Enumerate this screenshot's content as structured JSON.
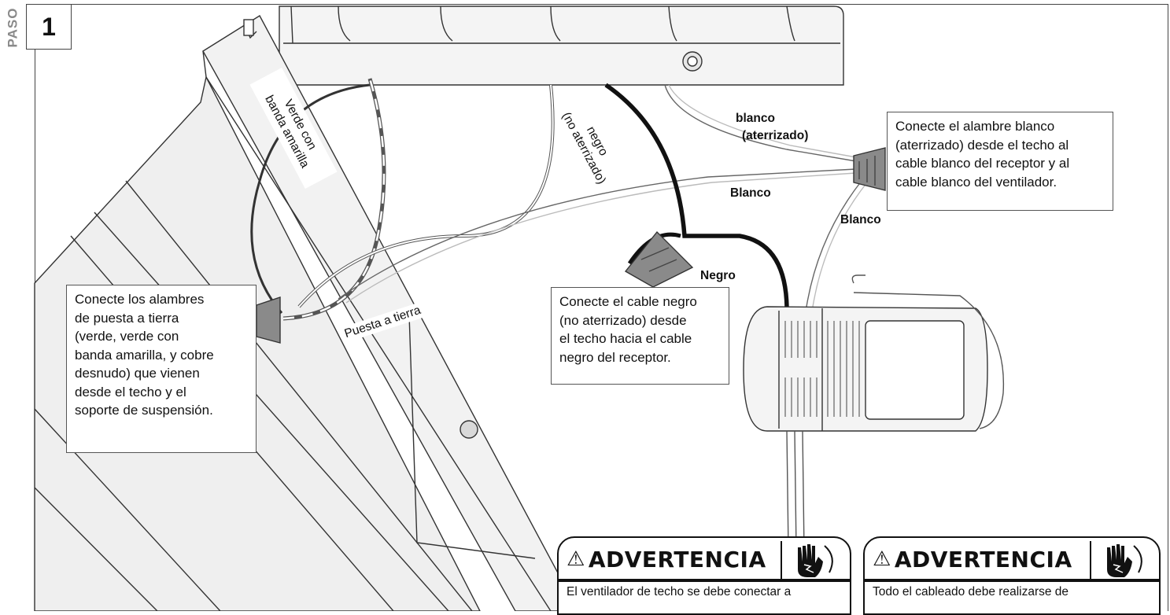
{
  "step": {
    "word": "PASO",
    "number": "1"
  },
  "callouts": {
    "white_wires": [
      "Conecte el alambre blanco",
      "(aterrizado) desde el techo al",
      "cable blanco del receptor y al",
      "cable blanco del ventilador."
    ],
    "black_wire": [
      "Conecte el cable negro",
      "(no aterrizado) desde",
      "el techo hacia el cable",
      "negro del receptor."
    ],
    "ground_wires": [
      "Conecte los  alambres",
      "de puesta a tierra",
      "(verde, verde con",
      "banda amarilla, y cobre",
      "desnudo) que vienen",
      "desde el techo y el",
      "soporte de suspensión."
    ]
  },
  "wire_labels": {
    "blanco_grounded": [
      "blanco",
      "(aterrizado)"
    ],
    "blanco_upper": "Blanco",
    "blanco_lower": "Blanco",
    "negro": "Negro",
    "negro_rotated": [
      "negro",
      "(no aterrizado)"
    ],
    "verde_rotated": [
      "Verde con",
      "banda amarilla"
    ],
    "puesta_a_tierra": "Puesta a tierra"
  },
  "warnings": [
    {
      "title": "ADVERTENCIA",
      "icon": "hand-shock-icon",
      "text": "El ventilador de techo se debe conectar a"
    },
    {
      "title": "ADVERTENCIA",
      "icon": "hand-shock-icon",
      "text": "Todo el cableado debe realizarse de"
    }
  ],
  "colors": {
    "line": "#333333",
    "gray_fill": "#f2f2f2",
    "wire_black": "#111111",
    "connector_gray": "#777777"
  }
}
